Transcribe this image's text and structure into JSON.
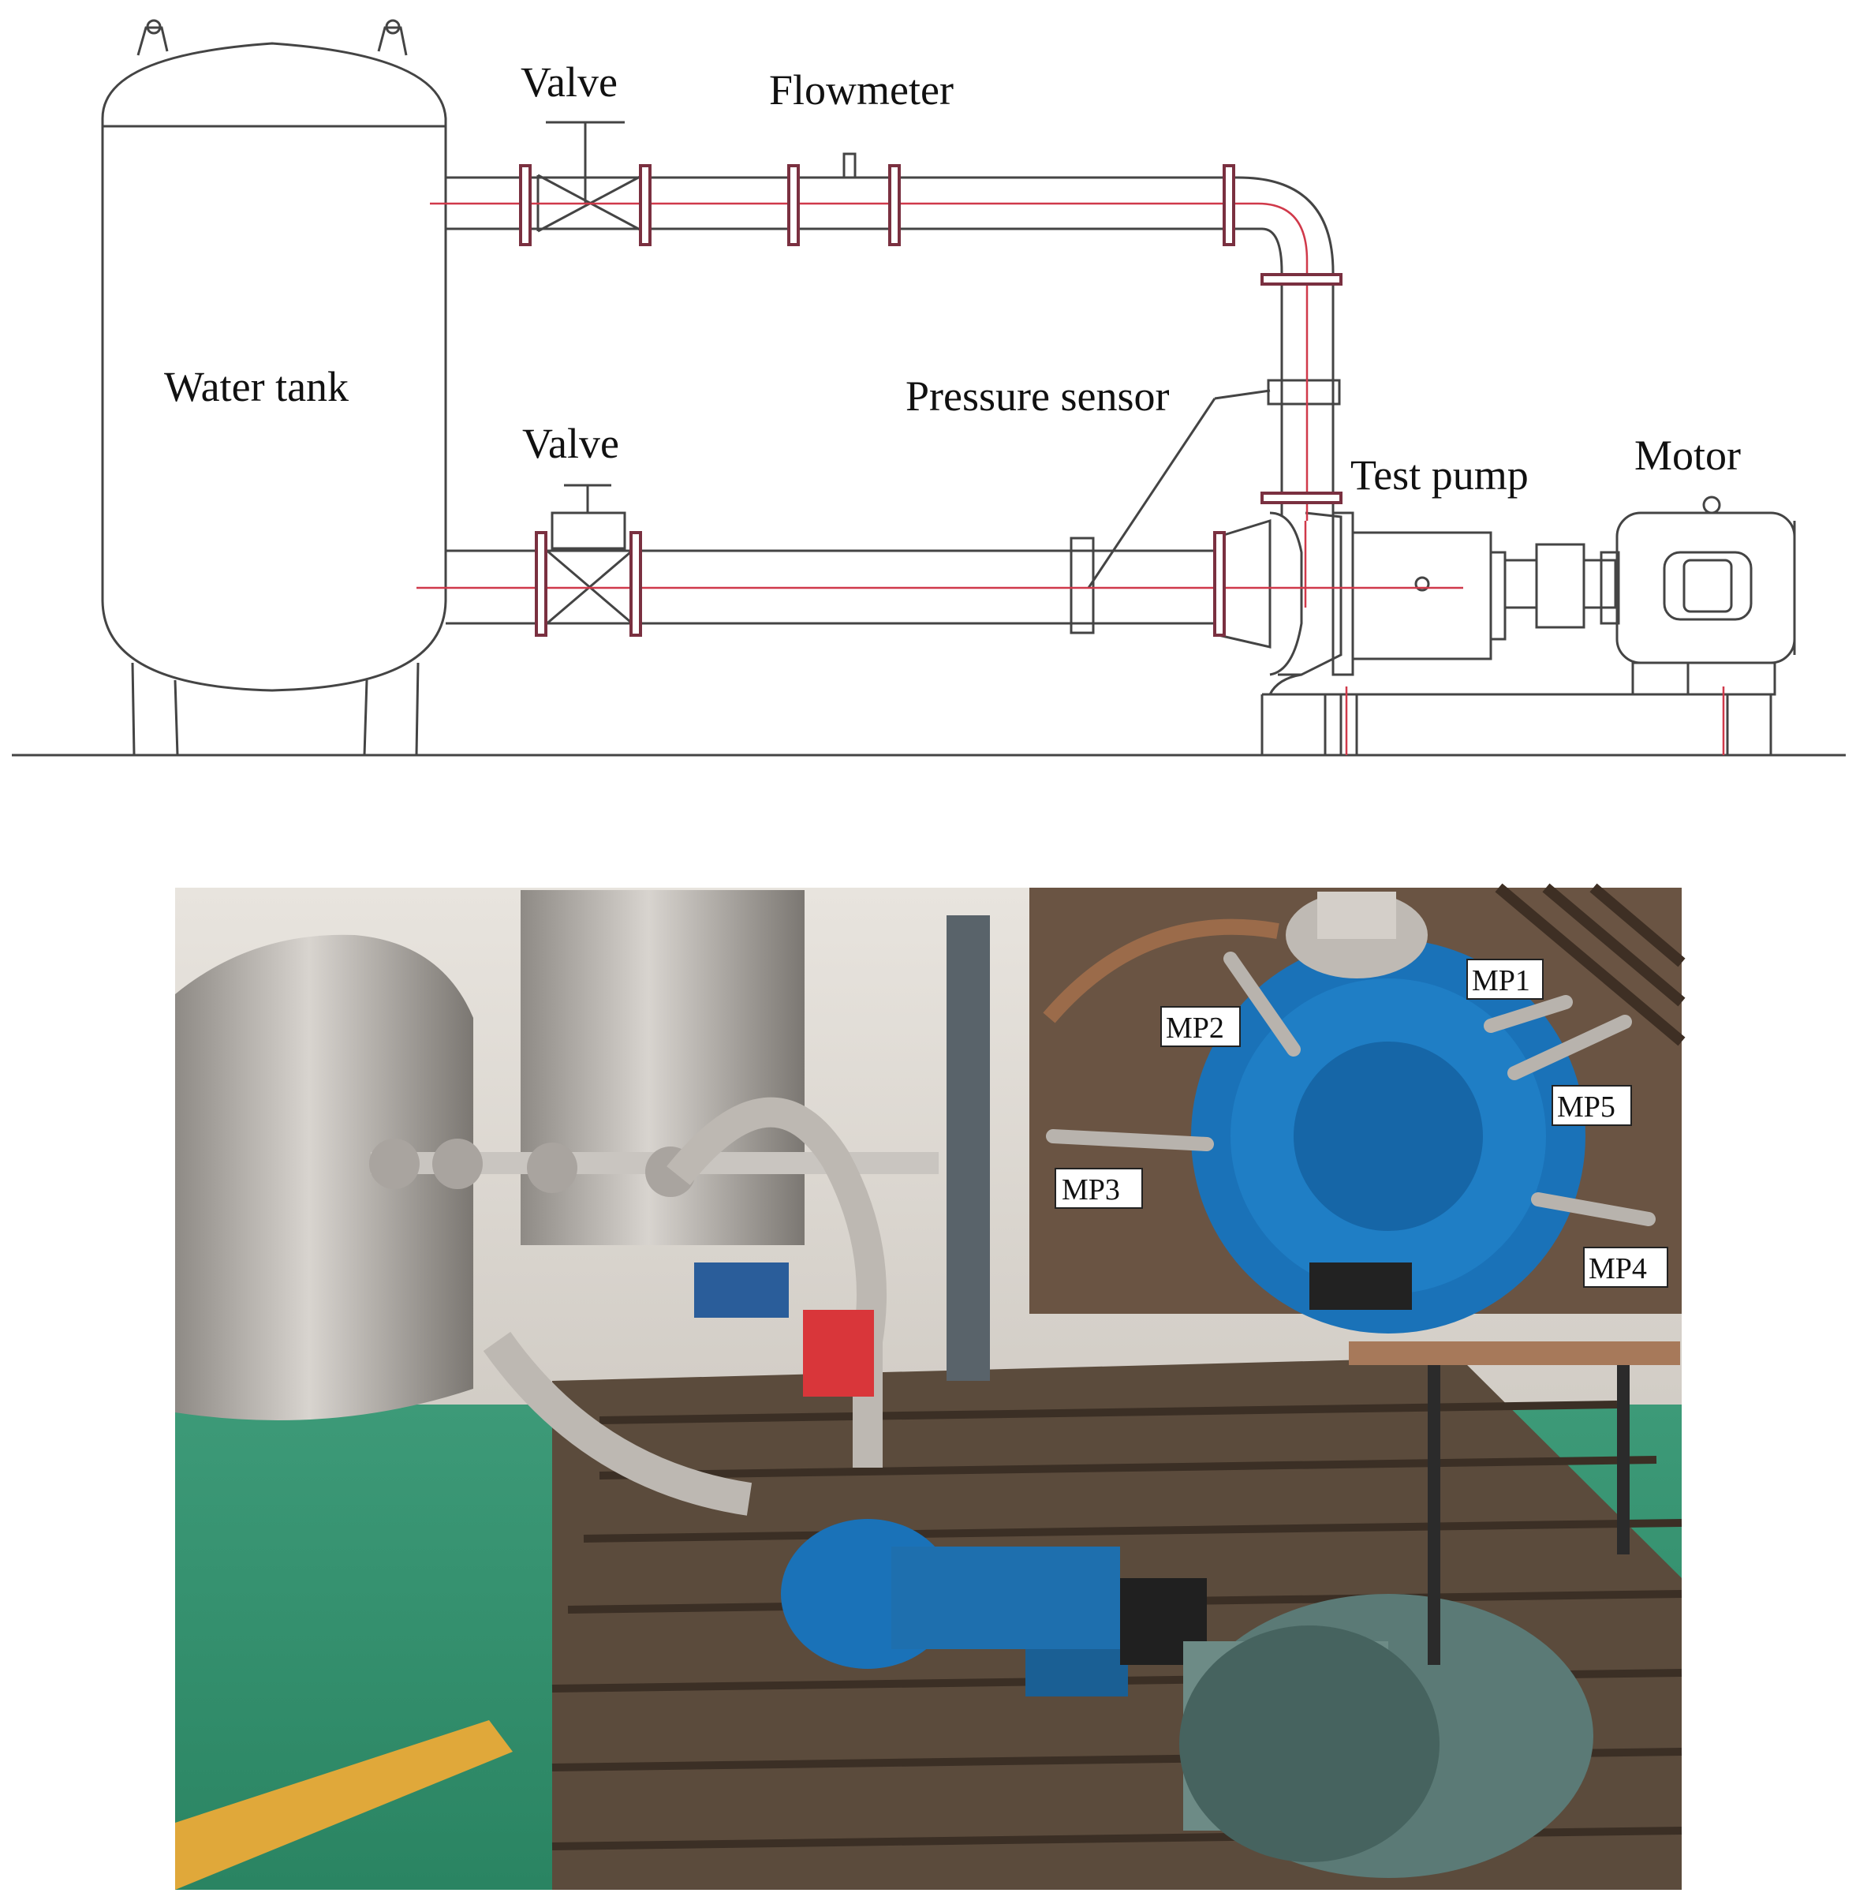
{
  "schematic": {
    "labels": {
      "water_tank": "Water tank",
      "valve_top": "Valve",
      "flowmeter": "Flowmeter",
      "valve_bottom": "Valve",
      "pressure_sensor": "Pressure sensor",
      "test_pump": "Test pump",
      "motor": "Motor"
    }
  },
  "photo": {
    "inset_labels": {
      "mp1": "MP1",
      "mp2": "MP2",
      "mp3": "MP3",
      "mp4": "MP4",
      "mp5": "MP5"
    }
  },
  "colors": {
    "line": "#444444",
    "centerline": "#d0394a",
    "flange": "#7a3040",
    "pump_blue": "#1a72b8",
    "floor_green": "#2f8f6b"
  }
}
